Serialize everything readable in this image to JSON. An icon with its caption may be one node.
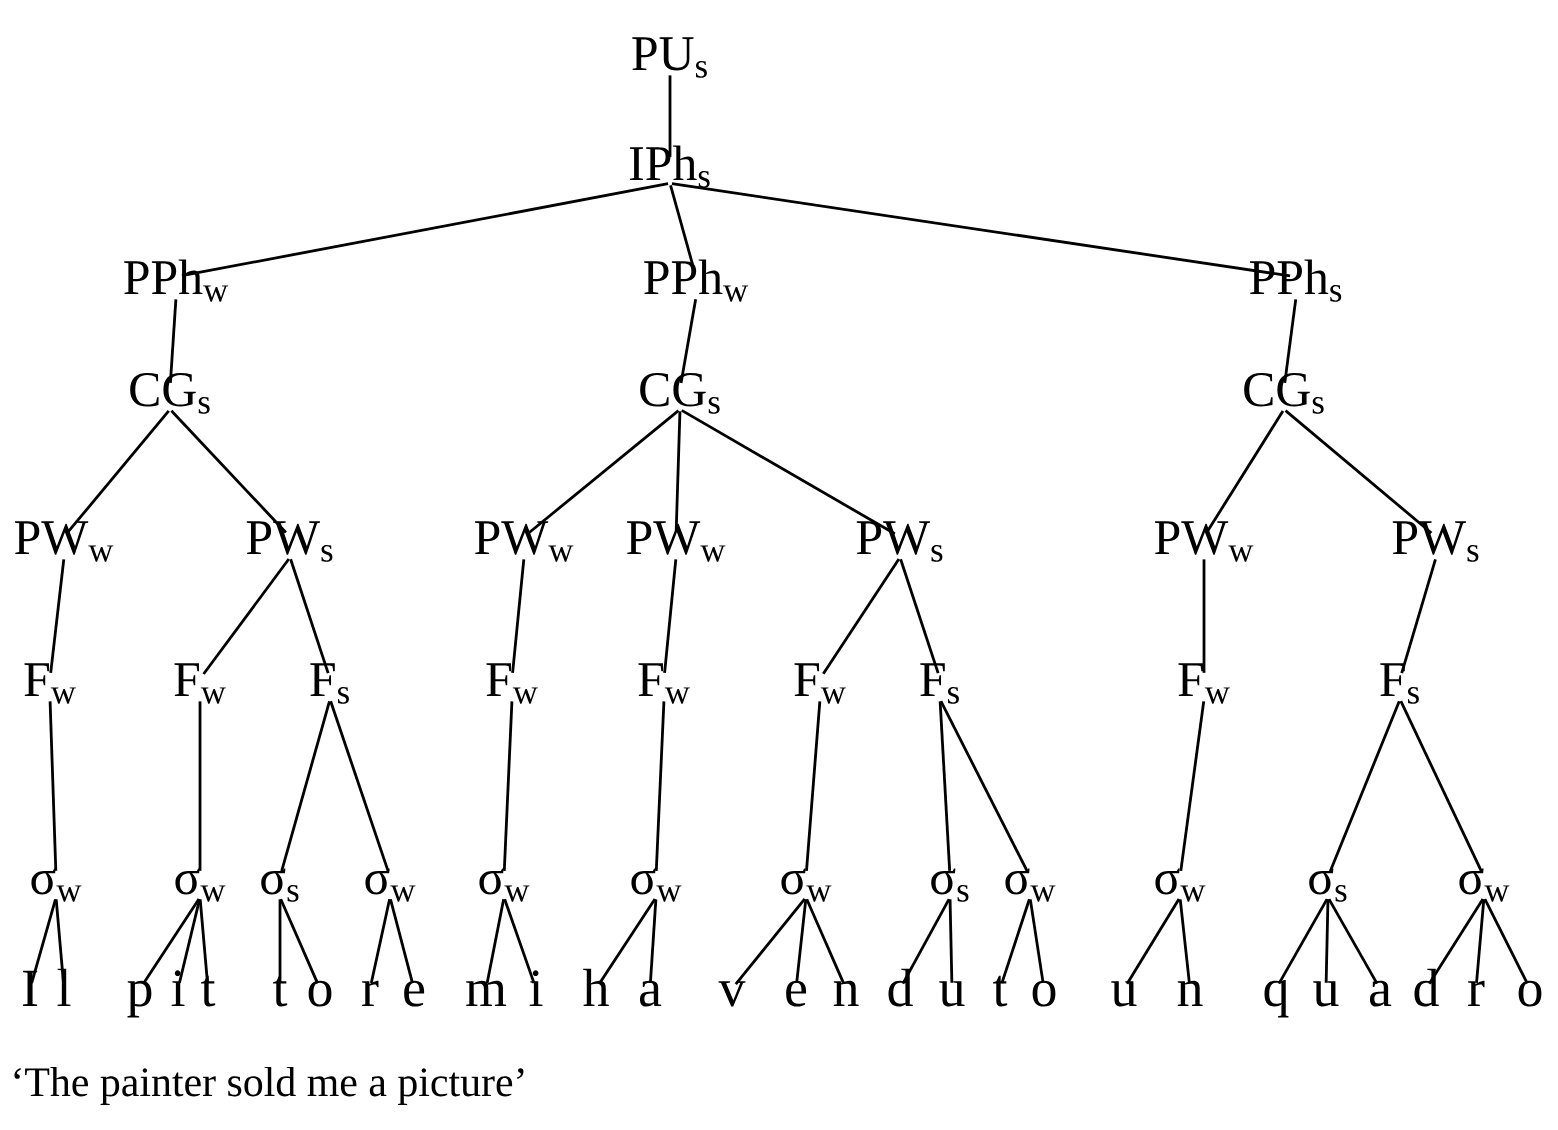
{
  "diagram": {
    "caption": "‘The painter sold me a picture’",
    "nodes": [
      {
        "text": [
          "PU$_{s}$"
        ]
      },
      {
        "text": [
          "IPh$_{s}$"
        ]
      },
      {
        "text": [
          "PPh$_{w}$"
        ]
      },
      {
        "text": [
          "PPh$_{w}$"
        ]
      },
      {
        "text": [
          "PPh$_{s}$"
        ]
      },
      {
        "text": [
          "CG$_{s}$"
        ]
      },
      {
        "text": [
          "CG$_{s}$"
        ]
      },
      {
        "text": [
          "CG$_{s}$"
        ]
      },
      {
        "text": [
          "PW$_{w}$"
        ]
      },
      {
        "text": [
          "PW$_{s}$"
        ]
      },
      {
        "text": [
          "PW$_{w}$"
        ]
      },
      {
        "text": [
          "PW$_{w}$"
        ]
      },
      {
        "text": [
          "PW$_{s}$"
        ]
      },
      {
        "text": [
          "PW$_{w}$"
        ]
      },
      {
        "text": [
          "PW$_{s}$"
        ]
      },
      {
        "text": [
          "F$_{w}$"
        ]
      },
      {
        "text": [
          "F$_{w}$"
        ]
      },
      {
        "text": [
          "F$_{s}$"
        ]
      },
      {
        "text": [
          "F$_{w}$"
        ]
      },
      {
        "text": [
          "F$_{w}$"
        ]
      },
      {
        "text": [
          "F$_{w}$"
        ]
      },
      {
        "text": [
          "F$_{s}$"
        ]
      },
      {
        "text": [
          "F$_{w}$"
        ]
      },
      {
        "text": [
          "F$_{s}$"
        ]
      },
      {
        "text": [
          "σ$_{w}$"
        ]
      },
      {
        "text": [
          "σ$_{w}$"
        ]
      },
      {
        "text": [
          "σ$_{s}$"
        ]
      },
      {
        "text": [
          "σ$_{w}$"
        ]
      },
      {
        "text": [
          "σ$_{w}$"
        ]
      },
      {
        "text": [
          "σ$_{w}$"
        ]
      },
      {
        "text": [
          "σ$_{w}$"
        ]
      },
      {
        "text": [
          "σ$_{s}$"
        ]
      },
      {
        "text": [
          "σ$_{w}$"
        ]
      },
      {
        "text": [
          "σ$_{w}$"
        ]
      },
      {
        "text": [
          "σ$_{s}$"
        ]
      },
      {
        "text": [
          "σ$_{w}$"
        ]
      },
      {
        "text": [
          "I"
        ]
      },
      {
        "text": [
          "l"
        ]
      },
      {
        "text": [
          "p"
        ]
      },
      {
        "text": [
          "i"
        ]
      },
      {
        "text": [
          "t"
        ]
      },
      {
        "text": [
          "t"
        ]
      },
      {
        "text": [
          "o"
        ]
      },
      {
        "text": [
          "r"
        ]
      },
      {
        "text": [
          "e"
        ]
      },
      {
        "text": [
          "m"
        ]
      },
      {
        "text": [
          "i"
        ]
      },
      {
        "text": [
          "h"
        ]
      },
      {
        "text": [
          "a"
        ]
      },
      {
        "text": [
          "v"
        ]
      },
      {
        "text": [
          "e"
        ]
      },
      {
        "text": [
          "n"
        ]
      },
      {
        "text": [
          "d"
        ]
      },
      {
        "text": [
          "u"
        ]
      },
      {
        "text": [
          "t"
        ]
      },
      {
        "text": [
          "o"
        ]
      },
      {
        "text": [
          "u"
        ]
      },
      {
        "text": [
          "n"
        ]
      },
      {
        "text": [
          "q"
        ]
      },
      {
        "text": [
          "u"
        ]
      },
      {
        "text": [
          "a"
        ]
      },
      {
        "text": [
          "d"
        ]
      },
      {
        "text": [
          "r"
        ]
      },
      {
        "text": [
          "o"
        ]
      }
    ],
    "edges": [
      {
        "from": 0,
        "to": 1,
        "arrow": "none"
      },
      {
        "from": 1,
        "to": 2,
        "arrow": "none"
      },
      {
        "from": 1,
        "to": 3,
        "arrow": "none"
      },
      {
        "from": 1,
        "to": 4,
        "arrow": "none"
      },
      {
        "from": 2,
        "to": 5,
        "arrow": "none"
      },
      {
        "from": 3,
        "to": 6,
        "arrow": "none"
      },
      {
        "from": 4,
        "to": 7,
        "arrow": "none"
      },
      {
        "from": 5,
        "to": 8,
        "arrow": "none"
      },
      {
        "from": 5,
        "to": 9,
        "arrow": "none"
      },
      {
        "from": 6,
        "to": 10,
        "arrow": "none"
      },
      {
        "from": 6,
        "to": 11,
        "arrow": "none"
      },
      {
        "from": 6,
        "to": 12,
        "arrow": "none"
      },
      {
        "from": 7,
        "to": 13,
        "arrow": "none"
      },
      {
        "from": 7,
        "to": 14,
        "arrow": "none"
      },
      {
        "from": 8,
        "to": 15,
        "arrow": "none"
      },
      {
        "from": 9,
        "to": 16,
        "arrow": "none"
      },
      {
        "from": 9,
        "to": 17,
        "arrow": "none"
      },
      {
        "from": 10,
        "to": 18,
        "arrow": "none"
      },
      {
        "from": 11,
        "to": 19,
        "arrow": "none"
      },
      {
        "from": 12,
        "to": 20,
        "arrow": "none"
      },
      {
        "from": 12,
        "to": 21,
        "arrow": "none"
      },
      {
        "from": 13,
        "to": 22,
        "arrow": "none"
      },
      {
        "from": 14,
        "to": 23,
        "arrow": "none"
      },
      {
        "from": 15,
        "to": 24,
        "arrow": "none"
      },
      {
        "from": 16,
        "to": 25,
        "arrow": "none"
      },
      {
        "from": 17,
        "to": 26,
        "arrow": "none"
      },
      {
        "from": 17,
        "to": 27,
        "arrow": "none"
      },
      {
        "from": 18,
        "to": 28,
        "arrow": "none"
      },
      {
        "from": 19,
        "to": 29,
        "arrow": "none"
      },
      {
        "from": 20,
        "to": 30,
        "arrow": "none"
      },
      {
        "from": 21,
        "to": 31,
        "arrow": "none"
      },
      {
        "from": 21,
        "to": 32,
        "arrow": "none"
      },
      {
        "from": 22,
        "to": 33,
        "arrow": "none"
      },
      {
        "from": 23,
        "to": 34,
        "arrow": "none"
      },
      {
        "from": 23,
        "to": 35,
        "arrow": "none"
      },
      {
        "from": 24,
        "to": 36,
        "arrow": "none"
      },
      {
        "from": 24,
        "to": 37,
        "arrow": "none"
      },
      {
        "from": 25,
        "to": 38,
        "arrow": "none"
      },
      {
        "from": 25,
        "to": 39,
        "arrow": "none"
      },
      {
        "from": 25,
        "to": 40,
        "arrow": "none"
      },
      {
        "from": 26,
        "to": 41,
        "arrow": "none"
      },
      {
        "from": 26,
        "to": 42,
        "arrow": "none"
      },
      {
        "from": 27,
        "to": 43,
        "arrow": "none"
      },
      {
        "from": 27,
        "to": 44,
        "arrow": "none"
      },
      {
        "from": 28,
        "to": 45,
        "arrow": "none"
      },
      {
        "from": 28,
        "to": 46,
        "arrow": "none"
      },
      {
        "from": 29,
        "to": 47,
        "arrow": "none"
      },
      {
        "from": 29,
        "to": 48,
        "arrow": "none"
      },
      {
        "from": 30,
        "to": 49,
        "arrow": "none"
      },
      {
        "from": 30,
        "to": 50,
        "arrow": "none"
      },
      {
        "from": 30,
        "to": 51,
        "arrow": "none"
      },
      {
        "from": 31,
        "to": 52,
        "arrow": "none"
      },
      {
        "from": 31,
        "to": 53,
        "arrow": "none"
      },
      {
        "from": 32,
        "to": 54,
        "arrow": "none"
      },
      {
        "from": 32,
        "to": 55,
        "arrow": "none"
      },
      {
        "from": 33,
        "to": 56,
        "arrow": "none"
      },
      {
        "from": 33,
        "to": 57,
        "arrow": "none"
      },
      {
        "from": 34,
        "to": 58,
        "arrow": "none"
      },
      {
        "from": 34,
        "to": 59,
        "arrow": "none"
      },
      {
        "from": 34,
        "to": 60,
        "arrow": "none"
      },
      {
        "from": 35,
        "to": 61,
        "arrow": "none"
      },
      {
        "from": 35,
        "to": 62,
        "arrow": "none"
      },
      {
        "from": 35,
        "to": 63,
        "arrow": "none"
      }
    ]
  }
}
